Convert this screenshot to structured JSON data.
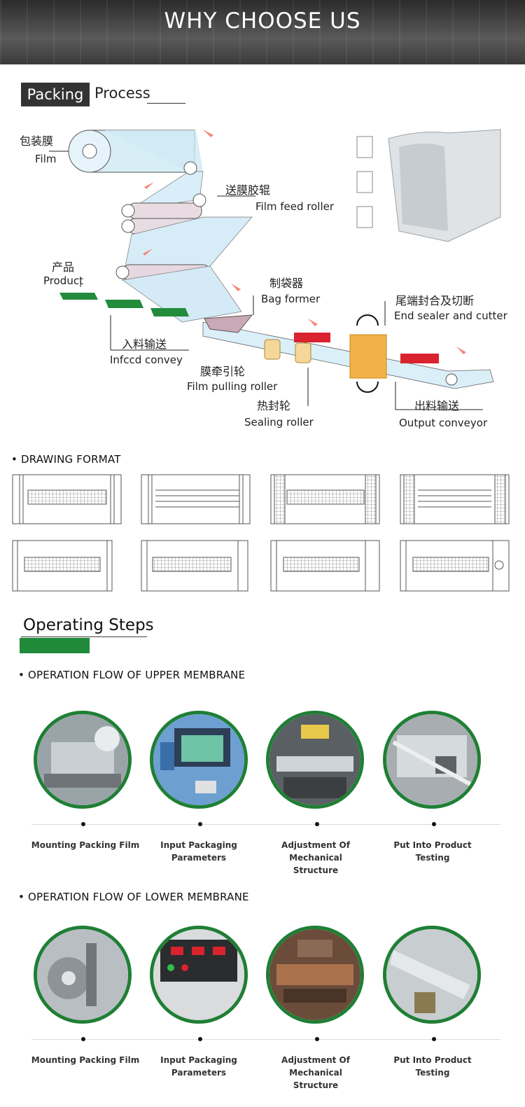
{
  "banner": {
    "title": "WHY CHOOSE US"
  },
  "packing": {
    "title_box": "Packing",
    "title_rest": "Process",
    "labels": {
      "film_cn": "包装膜",
      "film_en": "Film",
      "feed_cn": "送膜胶辊",
      "feed_en": "Film feed roller",
      "product_cn": "产品",
      "product_en": "Product",
      "former_cn": "制袋器",
      "former_en": "Bag former",
      "end_cn": "尾端封合及切断",
      "end_en": "End sealer and cutter",
      "infeed_cn": "入料输送",
      "infeed_en": "Infccd convey",
      "pull_cn": "膜牵引轮",
      "pull_en": "Film pulling roller",
      "seal_cn": "热封轮",
      "seal_en": "Sealing roller",
      "out_cn": "出料输送",
      "out_en": "Output conveyor"
    }
  },
  "drawing": {
    "heading": "DRAWING FORMAT"
  },
  "operating": {
    "title": "Operating Steps",
    "upper_heading": "OPERATION FLOW OF UPPER MEMBRANE",
    "lower_heading": "OPERATION FLOW OF LOWER MEMBRANE",
    "upper_steps": [
      {
        "line1": "Mounting Packing Film",
        "line2": ""
      },
      {
        "line1": "Input Packaging",
        "line2": "Parameters"
      },
      {
        "line1": "Adjustment Of Mechanical",
        "line2": "Structure"
      },
      {
        "line1": "Put Into Product",
        "line2": "Testing"
      }
    ],
    "lower_steps": [
      {
        "line1": "Mounting Packing Film",
        "line2": ""
      },
      {
        "line1": "Input Packaging",
        "line2": "Parameters"
      },
      {
        "line1": "Adjustment Of Mechanical",
        "line2": "Structure"
      },
      {
        "line1": "Put Into Product",
        "line2": "Testing"
      }
    ]
  },
  "colors": {
    "accent_green": "#1f8a3a",
    "seal_red": "#d9232e",
    "cutter_orange": "#f2b247"
  }
}
